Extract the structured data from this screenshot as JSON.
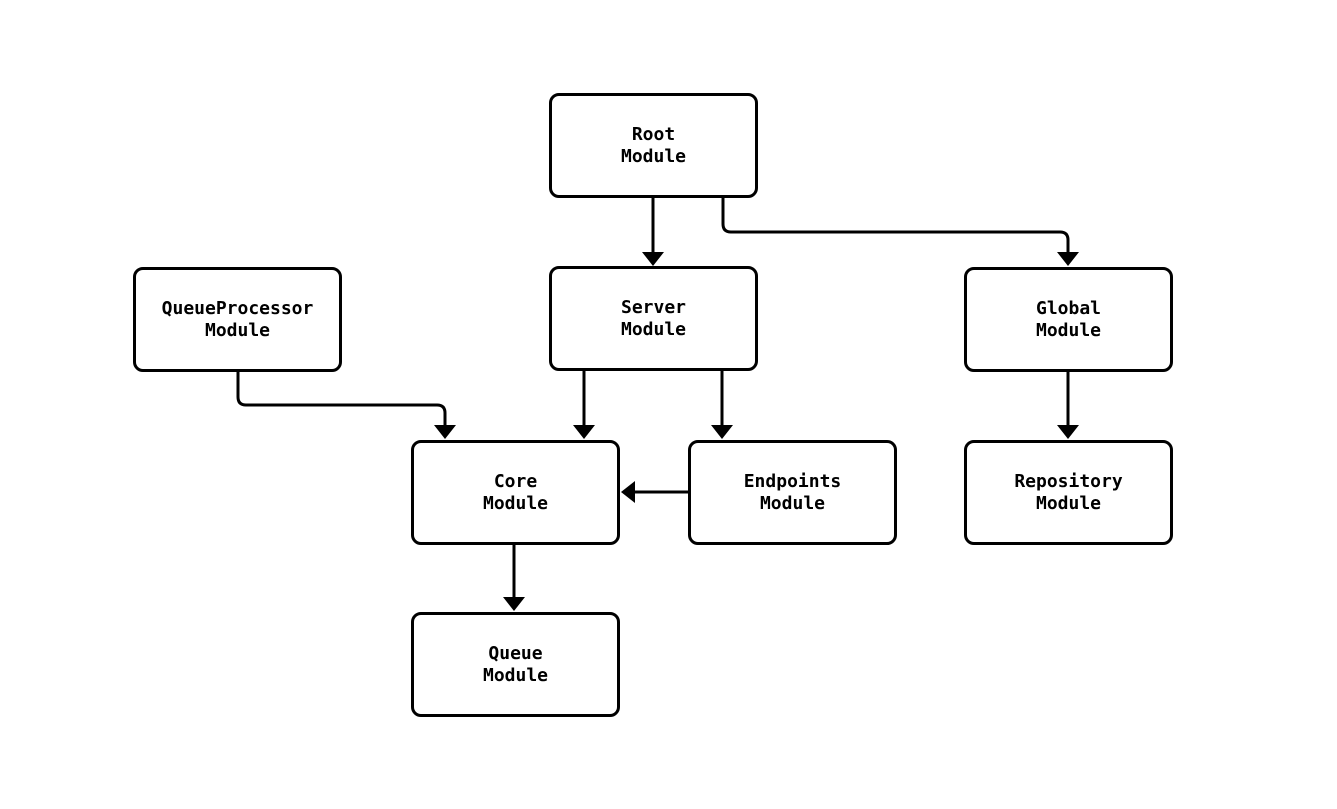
{
  "diagram": {
    "type": "module-dependency-graph",
    "background_color": "#ffffff",
    "node_fill_color": "#ffffff",
    "stroke_color": "#000000",
    "nodes": [
      {
        "id": "root",
        "label": "Root\nModule"
      },
      {
        "id": "server",
        "label": "Server\nModule"
      },
      {
        "id": "queue_processor",
        "label": "QueueProcessor\nModule"
      },
      {
        "id": "global",
        "label": "Global\nModule"
      },
      {
        "id": "core",
        "label": "Core\nModule"
      },
      {
        "id": "endpoints",
        "label": "Endpoints\nModule"
      },
      {
        "id": "repository",
        "label": "Repository\nModule"
      },
      {
        "id": "queue",
        "label": "Queue\nModule"
      }
    ],
    "edges": [
      {
        "from": "Root Module",
        "to": "Server Module"
      },
      {
        "from": "Root Module",
        "to": "Global Module"
      },
      {
        "from": "QueueProcessor Module",
        "to": "Core Module"
      },
      {
        "from": "Server Module",
        "to": "Core Module"
      },
      {
        "from": "Server Module",
        "to": "Endpoints Module"
      },
      {
        "from": "Endpoints Module",
        "to": "Core Module"
      },
      {
        "from": "Global Module",
        "to": "Repository Module"
      },
      {
        "from": "Core Module",
        "to": "Queue Module"
      }
    ]
  }
}
